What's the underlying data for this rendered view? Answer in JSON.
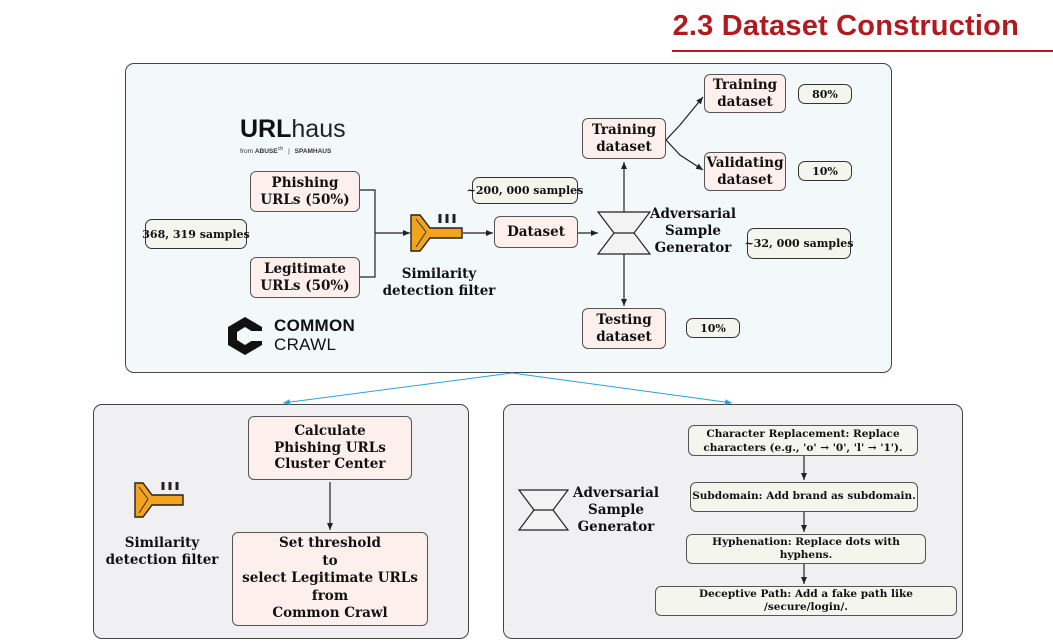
{
  "header": {
    "title": "2.3 Dataset Construction"
  },
  "colors": {
    "title": "#b11a1f",
    "top_panel_bg": "#f3f9fa",
    "bottom_panel_bg": "#f0eff2",
    "node_bg": "#fdf0ec",
    "filter_icon_orange": "#f4a41c",
    "connector_blue": "#2aa3d8"
  },
  "top_panel": {
    "logos": {
      "urlhaus": {
        "word_bold": "URL",
        "word_light": "haus",
        "sub_from": "from",
        "sub_abuse": "ABUSE",
        "sub_ch": "ch",
        "sub_spamhaus": "SPAMHAUS"
      },
      "common_crawl": {
        "line1": "COMMON",
        "line2": "CRAWL"
      }
    },
    "total_samples": "368, 319 samples",
    "phishing_urls": {
      "line1": "Phishing",
      "line2": "URLs (50%)"
    },
    "legitimate_urls": {
      "line1": "Legitimate",
      "line2": "URLs (50%)"
    },
    "filter_label": {
      "line1": "Similarity",
      "line2": "detection filter"
    },
    "dataset_samples": "~200, 000 samples",
    "dataset": "Dataset",
    "generator_label": {
      "line1": "Adversarial",
      "line2": "Sample",
      "line3": "Generator"
    },
    "adversarial_samples": "~32, 000 samples",
    "training_dataset": {
      "line1": "Training",
      "line2": "dataset"
    },
    "testing_dataset": {
      "line1": "Testing",
      "line2": "dataset"
    },
    "training_split": {
      "line1": "Training",
      "line2": "dataset",
      "percent": "80%"
    },
    "validating_split": {
      "line1": "Validating",
      "line2": "dataset",
      "percent": "10%"
    },
    "testing_percent": "10%"
  },
  "filter_panel": {
    "step1": {
      "line1": "Calculate",
      "line2": "Phishing URLs",
      "line3": "Cluster Center"
    },
    "step2": {
      "line1": "Set threshold",
      "line2": "to",
      "line3": "select Legitimate URLs",
      "line4": "from",
      "line5": "Common Crawl"
    },
    "label": {
      "line1": "Similarity",
      "line2": "detection filter"
    }
  },
  "generator_panel": {
    "label": {
      "line1": "Adversarial",
      "line2": "Sample",
      "line3": "Generator"
    },
    "steps": [
      {
        "line1": "Character Replacement: Replace",
        "line2": "characters (e.g., 'o' → '0', 'l' → '1')."
      },
      {
        "line1": "Subdomain: Add brand as subdomain."
      },
      {
        "line1": "Hyphenation: Replace dots with hyphens."
      },
      {
        "line1": "Deceptive Path: Add a fake path like /secure/login/."
      }
    ]
  }
}
